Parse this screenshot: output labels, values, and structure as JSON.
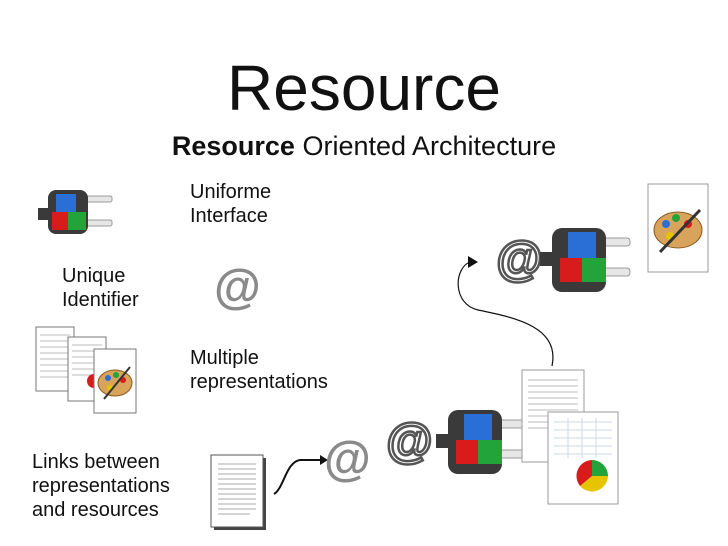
{
  "title": "Resource",
  "subtitle": {
    "bold": "Resource",
    "rest": "Oriented Architecture"
  },
  "labels": {
    "uniform_interface": [
      "Uniforme",
      "Interface"
    ],
    "unique_identifier": [
      "Unique",
      "Identifier"
    ],
    "multiple_representations": [
      "Multiple",
      "representations"
    ],
    "links": [
      "Links between",
      "representations",
      "and resources"
    ]
  },
  "at_symbols": {
    "center": "@",
    "links": "@",
    "top_right": "@",
    "bottom_right": "@"
  },
  "colors": {
    "plug_body": "#3a3a3a",
    "plug_blue": "#2a6fd6",
    "plug_red": "#d81c1c",
    "plug_green": "#22a43a",
    "at_grey": "#8a8a8a"
  }
}
